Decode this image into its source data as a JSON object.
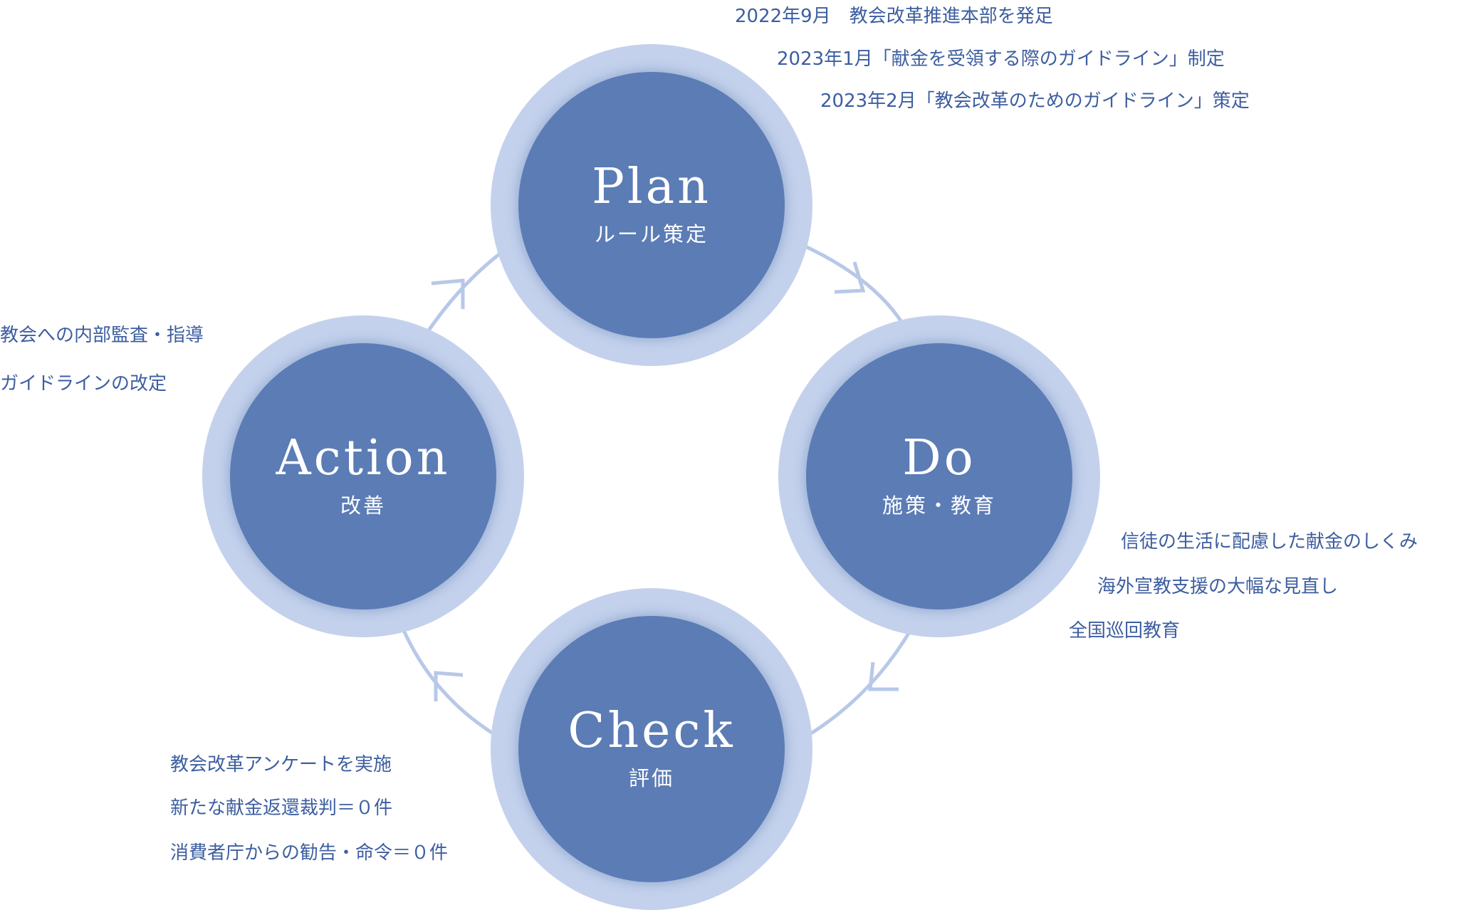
{
  "colors": {
    "ring": "#c3d1ec",
    "core": "#5b7cb5",
    "arrow": "#b7c8e8",
    "note_text": "#3d5ea0",
    "core_text": "#ffffff"
  },
  "cycle": {
    "plan": {
      "title": "Plan",
      "subtitle": "ルール策定"
    },
    "do": {
      "title": "Do",
      "subtitle": "施策・教育"
    },
    "check": {
      "title": "Check",
      "subtitle": "評価"
    },
    "action": {
      "title": "Action",
      "subtitle": "改善"
    }
  },
  "notes": {
    "plan": [
      "2022年9月　教会改革推進本部を発足",
      "2023年1月「献金を受領する際のガイドライン」制定",
      "2023年2月「教会改革のためのガイドライン」策定"
    ],
    "do": [
      "信徒の生活に配慮した献金のしくみ",
      "海外宣教支援の大幅な見直し",
      "全国巡回教育"
    ],
    "check": [
      "教会改革アンケートを実施",
      "新たな献金返還裁判＝０件",
      "消費者庁からの勧告・命令＝０件"
    ],
    "action": [
      "教会への内部監査・指導",
      "ガイドラインの改定"
    ]
  }
}
